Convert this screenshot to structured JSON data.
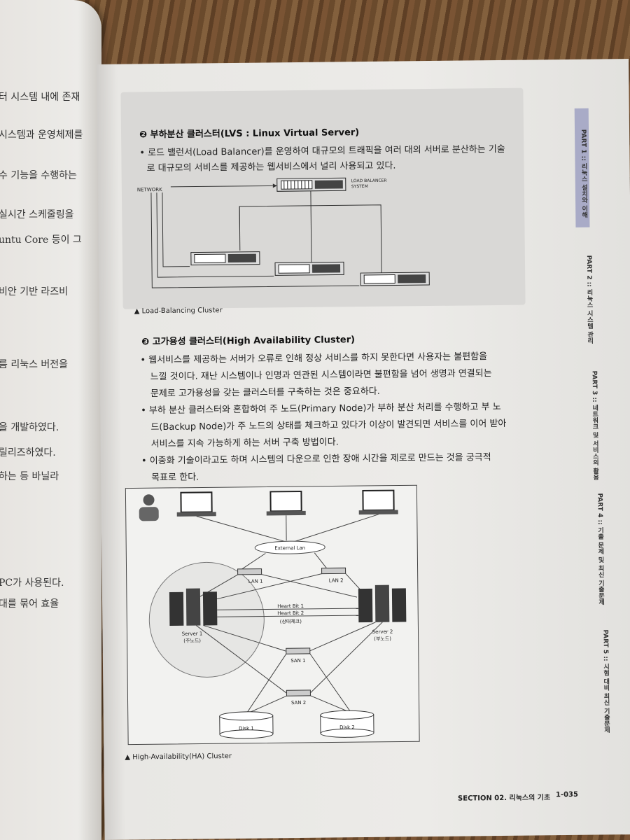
{
  "left_page": {
    "lines": [
      "터 시스템 내에 존재",
      "시스템과 운영체제를",
      "수 기능을 수행하는",
      "실시간 스케줄링을",
      "untu Core 등이 그",
      "비안 기반 라즈비",
      "름 리눅스 버전을",
      "을 개발하였다.",
      "릴리즈하였다.",
      "하는 등 바닐라",
      "PC가 사용된다.",
      "대를 묶어 효율"
    ]
  },
  "section_lvs": {
    "heading": "❷ 부하분산 클러스터(LVS : Linux Virtual Server)",
    "bullet_1": "• 로드 밸런서(Load Balancer)를 운영하여 대규모의 트래픽을 여러 대의 서버로 분산하는 기술",
    "bullet_1_cont": "로 대규모의 서비스를 제공하는 웹서비스에서 널리 사용되고 있다.",
    "diagram": {
      "network_label": "NETWORK",
      "lb_label_1": "LOAD BALANCER",
      "lb_label_2": "SYSTEM"
    },
    "caption": "▲ Load-Balancing Cluster"
  },
  "section_ha": {
    "heading": "❸ 고가용성 클러스터(High Availability Cluster)",
    "bullets": [
      "• 웹서비스를 제공하는 서버가 오류로 인해 정상 서비스를 하지 못한다면 사용자는 불편함을",
      "느낄 것이다. 재난 시스템이나 인명과 연관된 시스템이라면 불편함을 넘어 생명과 연결되는",
      "문제로 고가용성을 갖는 클러스터를 구축하는 것은 중요하다.",
      "• 부하 분산 클러스터와 혼합하여 주 노드(Primary Node)가 부하 분산 처리를 수행하고 부 노",
      "드(Backup Node)가 주 노드의 상태를 체크하고 있다가 이상이 발견되면 서비스를 이어 받아",
      "서비스를 지속 가능하게 하는 서버 구축 방법이다.",
      "• 이중화 기술이라고도 하며 시스템의 다운으로 인한 장애 시간을 제로로 만드는 것을 궁극적",
      "목표로 한다."
    ],
    "diagram": {
      "external_lan": "External Lan",
      "lan1": "LAN 1",
      "lan2": "LAN 2",
      "heartbit1": "Heart Bit 1",
      "heartbit2": "Heart Bit 2",
      "heartbit_note": "(상태체크)",
      "server1": "Server 1",
      "server1_role": "(주노드)",
      "server2": "Server 2",
      "server2_role": "(부노드)",
      "san1": "SAN 1",
      "san2": "SAN 2",
      "disk1": "Disk 1",
      "disk2": "Disk 2"
    },
    "caption": "▲ High-Availability(HA) Cluster"
  },
  "side_tabs": [
    "PART 1 :: 리눅스 설치와 이해",
    "PART 2 :: 리눅스 시스템 관리",
    "PART 3 :: 네트워크 및 서비스의 활용",
    "PART 4 :: 기출 문제 및 최신 기출문제",
    "PART 5 :: 시험 대비 최신 기출문제"
  ],
  "footer": {
    "section": "SECTION 02. 리눅스의 기초",
    "page": "1-035"
  }
}
